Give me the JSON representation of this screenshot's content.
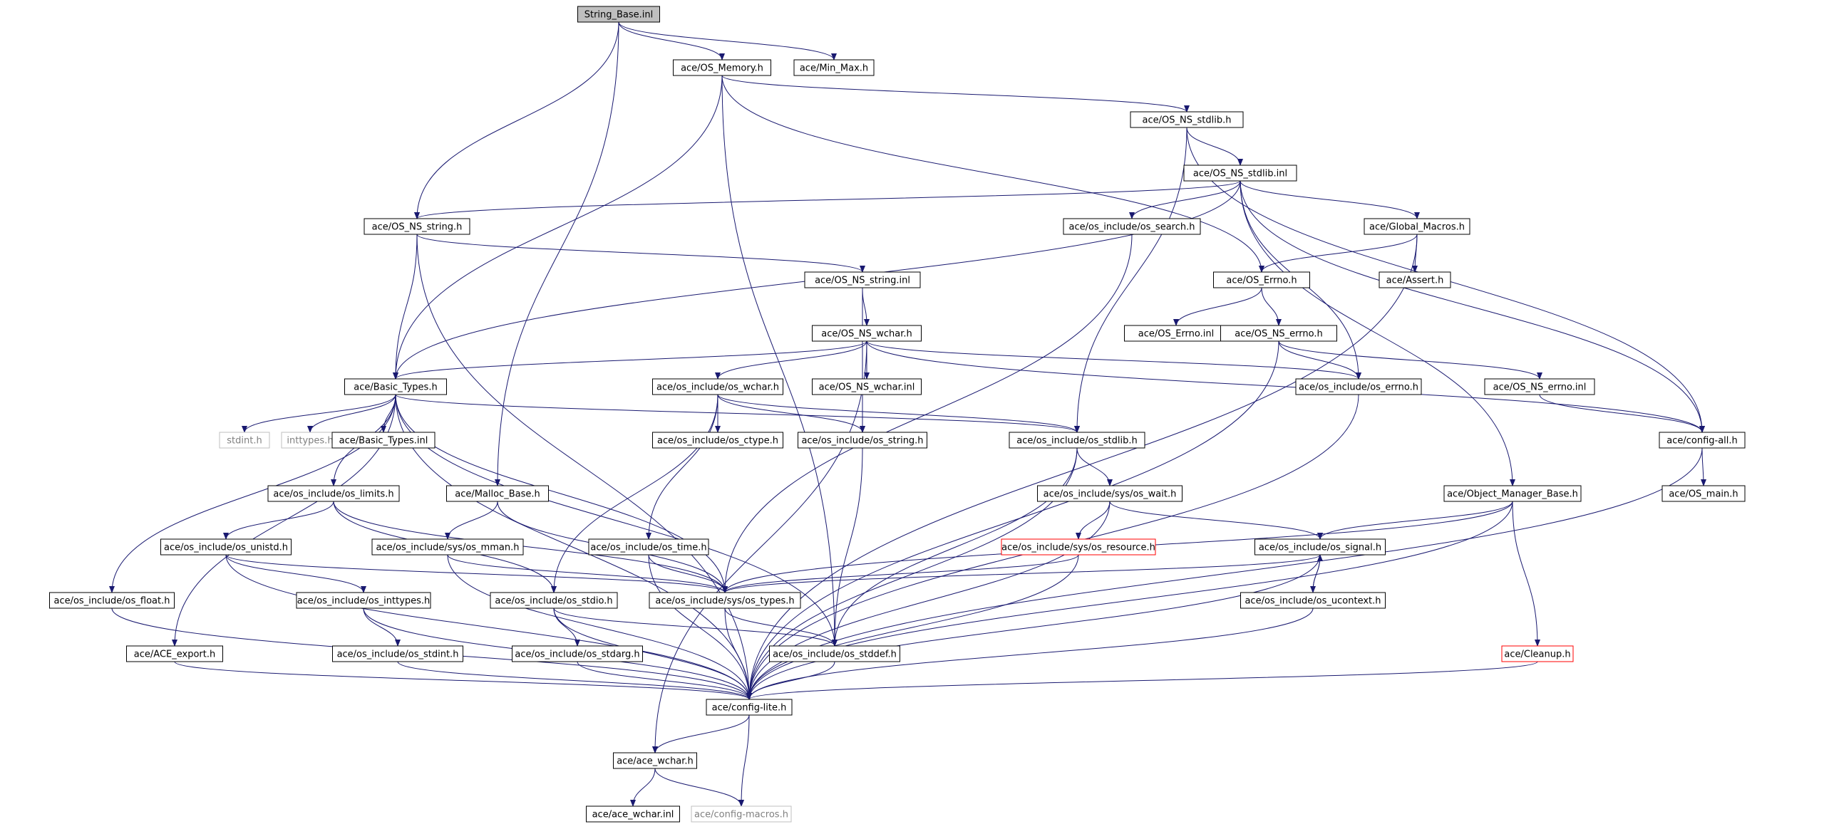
{
  "colors": {
    "edge": "#191970",
    "box_border": "#000000",
    "box_fill": "#ffffff",
    "root_fill": "#bfbfbf",
    "unresolved_border": "#ff0000",
    "external_border": "#bfbfbf",
    "external_text": "#808080"
  },
  "nodes": [
    {
      "id": "n1",
      "label": "String_Base.inl",
      "kind": "root"
    },
    {
      "id": "n2",
      "label": "ace/OS_Memory.h",
      "kind": "normal"
    },
    {
      "id": "n3",
      "label": "ace/Min_Max.h",
      "kind": "normal"
    },
    {
      "id": "n4",
      "label": "ace/OS_NS_stdlib.h",
      "kind": "normal"
    },
    {
      "id": "n5",
      "label": "ace/OS_NS_stdlib.inl",
      "kind": "normal"
    },
    {
      "id": "n6",
      "label": "ace/OS_NS_string.h",
      "kind": "normal"
    },
    {
      "id": "n7",
      "label": "ace/os_include/os_search.h",
      "kind": "normal"
    },
    {
      "id": "n8",
      "label": "ace/Global_Macros.h",
      "kind": "normal"
    },
    {
      "id": "n9",
      "label": "ace/OS_NS_string.inl",
      "kind": "normal"
    },
    {
      "id": "n10",
      "label": "ace/OS_Errno.h",
      "kind": "normal"
    },
    {
      "id": "n11",
      "label": "ace/Assert.h",
      "kind": "normal"
    },
    {
      "id": "n12",
      "label": "ace/OS_NS_wchar.h",
      "kind": "normal"
    },
    {
      "id": "n13",
      "label": "ace/OS_Errno.inl",
      "kind": "normal"
    },
    {
      "id": "n14",
      "label": "ace/OS_NS_errno.h",
      "kind": "normal"
    },
    {
      "id": "n15",
      "label": "ace/Basic_Types.h",
      "kind": "normal"
    },
    {
      "id": "n16",
      "label": "ace/os_include/os_wchar.h",
      "kind": "normal"
    },
    {
      "id": "n17",
      "label": "ace/OS_NS_wchar.inl",
      "kind": "normal"
    },
    {
      "id": "n18",
      "label": "ace/os_include/os_errno.h",
      "kind": "normal"
    },
    {
      "id": "n19",
      "label": "ace/OS_NS_errno.inl",
      "kind": "normal"
    },
    {
      "id": "n20",
      "label": "stdint.h",
      "kind": "external"
    },
    {
      "id": "n21",
      "label": "inttypes.h",
      "kind": "external"
    },
    {
      "id": "n22",
      "label": "ace/Basic_Types.inl",
      "kind": "normal"
    },
    {
      "id": "n23",
      "label": "ace/os_include/os_ctype.h",
      "kind": "normal"
    },
    {
      "id": "n24",
      "label": "ace/os_include/os_string.h",
      "kind": "normal"
    },
    {
      "id": "n25",
      "label": "ace/os_include/os_stdlib.h",
      "kind": "normal"
    },
    {
      "id": "n26",
      "label": "ace/config-all.h",
      "kind": "normal"
    },
    {
      "id": "n27",
      "label": "ace/os_include/os_limits.h",
      "kind": "normal"
    },
    {
      "id": "n28",
      "label": "ace/Malloc_Base.h",
      "kind": "normal"
    },
    {
      "id": "n29",
      "label": "ace/os_include/sys/os_wait.h",
      "kind": "normal"
    },
    {
      "id": "n30",
      "label": "ace/Object_Manager_Base.h",
      "kind": "normal"
    },
    {
      "id": "n31",
      "label": "ace/OS_main.h",
      "kind": "normal"
    },
    {
      "id": "n32",
      "label": "ace/os_include/os_unistd.h",
      "kind": "normal"
    },
    {
      "id": "n33",
      "label": "ace/os_include/sys/os_mman.h",
      "kind": "normal"
    },
    {
      "id": "n34",
      "label": "ace/os_include/os_time.h",
      "kind": "normal"
    },
    {
      "id": "n35",
      "label": "ace/os_include/sys/os_resource.h",
      "kind": "unresolved"
    },
    {
      "id": "n36",
      "label": "ace/os_include/os_signal.h",
      "kind": "normal"
    },
    {
      "id": "n37",
      "label": "ace/os_include/os_float.h",
      "kind": "normal"
    },
    {
      "id": "n38",
      "label": "ace/os_include/os_inttypes.h",
      "kind": "normal"
    },
    {
      "id": "n39",
      "label": "ace/os_include/os_stdio.h",
      "kind": "normal"
    },
    {
      "id": "n40",
      "label": "ace/os_include/sys/os_types.h",
      "kind": "normal"
    },
    {
      "id": "n41",
      "label": "ace/os_include/os_ucontext.h",
      "kind": "normal"
    },
    {
      "id": "n42",
      "label": "ace/ACE_export.h",
      "kind": "normal"
    },
    {
      "id": "n43",
      "label": "ace/os_include/os_stdint.h",
      "kind": "normal"
    },
    {
      "id": "n44",
      "label": "ace/os_include/os_stdarg.h",
      "kind": "normal"
    },
    {
      "id": "n45",
      "label": "ace/os_include/os_stddef.h",
      "kind": "normal"
    },
    {
      "id": "n46",
      "label": "ace/Cleanup.h",
      "kind": "unresolved"
    },
    {
      "id": "n47",
      "label": "ace/config-lite.h",
      "kind": "normal"
    },
    {
      "id": "n48",
      "label": "ace/ace_wchar.h",
      "kind": "normal"
    },
    {
      "id": "n49",
      "label": "ace/ace_wchar.inl",
      "kind": "normal"
    },
    {
      "id": "n50",
      "label": "ace/config-macros.h",
      "kind": "external"
    }
  ],
  "edges": [
    [
      "n1",
      "n2"
    ],
    [
      "n1",
      "n3"
    ],
    [
      "n1",
      "n6"
    ],
    [
      "n1",
      "n28"
    ],
    [
      "n2",
      "n4"
    ],
    [
      "n2",
      "n15"
    ],
    [
      "n2",
      "n10"
    ],
    [
      "n2",
      "n45"
    ],
    [
      "n4",
      "n5"
    ],
    [
      "n4",
      "n26"
    ],
    [
      "n4",
      "n25"
    ],
    [
      "n5",
      "n6"
    ],
    [
      "n5",
      "n7"
    ],
    [
      "n5",
      "n8"
    ],
    [
      "n5",
      "n15"
    ],
    [
      "n5",
      "n18"
    ],
    [
      "n5",
      "n30"
    ],
    [
      "n5",
      "n26"
    ],
    [
      "n6",
      "n9"
    ],
    [
      "n6",
      "n15"
    ],
    [
      "n6",
      "n47"
    ],
    [
      "n7",
      "n40"
    ],
    [
      "n8",
      "n10"
    ],
    [
      "n8",
      "n11"
    ],
    [
      "n8",
      "n47"
    ],
    [
      "n9",
      "n12"
    ],
    [
      "n9",
      "n24"
    ],
    [
      "n10",
      "n13"
    ],
    [
      "n10",
      "n14"
    ],
    [
      "n12",
      "n15"
    ],
    [
      "n12",
      "n16"
    ],
    [
      "n12",
      "n17"
    ],
    [
      "n12",
      "n18"
    ],
    [
      "n12",
      "n26"
    ],
    [
      "n12",
      "n48"
    ],
    [
      "n14",
      "n18"
    ],
    [
      "n14",
      "n19"
    ],
    [
      "n14",
      "n47"
    ],
    [
      "n15",
      "n20"
    ],
    [
      "n15",
      "n21"
    ],
    [
      "n15",
      "n22"
    ],
    [
      "n15",
      "n25"
    ],
    [
      "n15",
      "n27"
    ],
    [
      "n15",
      "n37"
    ],
    [
      "n15",
      "n42"
    ],
    [
      "n15",
      "n40"
    ],
    [
      "n15",
      "n45"
    ],
    [
      "n15",
      "n47"
    ],
    [
      "n16",
      "n23"
    ],
    [
      "n16",
      "n24"
    ],
    [
      "n16",
      "n25"
    ],
    [
      "n16",
      "n34"
    ],
    [
      "n16",
      "n39"
    ],
    [
      "n18",
      "n47"
    ],
    [
      "n19",
      "n26"
    ],
    [
      "n24",
      "n45"
    ],
    [
      "n25",
      "n29"
    ],
    [
      "n25",
      "n45"
    ],
    [
      "n25",
      "n47"
    ],
    [
      "n26",
      "n31"
    ],
    [
      "n26",
      "n47"
    ],
    [
      "n27",
      "n32"
    ],
    [
      "n27",
      "n40"
    ],
    [
      "n27",
      "n39"
    ],
    [
      "n28",
      "n33"
    ],
    [
      "n28",
      "n40"
    ],
    [
      "n29",
      "n35"
    ],
    [
      "n29",
      "n36"
    ],
    [
      "n29",
      "n47"
    ],
    [
      "n30",
      "n36"
    ],
    [
      "n30",
      "n40"
    ],
    [
      "n30",
      "n46"
    ],
    [
      "n30",
      "n47"
    ],
    [
      "n32",
      "n38"
    ],
    [
      "n32",
      "n40"
    ],
    [
      "n32",
      "n47"
    ],
    [
      "n33",
      "n40"
    ],
    [
      "n33",
      "n47"
    ],
    [
      "n34",
      "n40"
    ],
    [
      "n34",
      "n47"
    ],
    [
      "n35",
      "n40"
    ],
    [
      "n35",
      "n47"
    ],
    [
      "n36",
      "n41"
    ],
    [
      "n36",
      "n40"
    ],
    [
      "n36",
      "n47"
    ],
    [
      "n37",
      "n47"
    ],
    [
      "n38",
      "n43"
    ],
    [
      "n38",
      "n47"
    ],
    [
      "n39",
      "n44"
    ],
    [
      "n39",
      "n45"
    ],
    [
      "n39",
      "n47"
    ],
    [
      "n40",
      "n45"
    ],
    [
      "n40",
      "n47"
    ],
    [
      "n41",
      "n36"
    ],
    [
      "n41",
      "n47"
    ],
    [
      "n42",
      "n47"
    ],
    [
      "n43",
      "n47"
    ],
    [
      "n44",
      "n47"
    ],
    [
      "n45",
      "n47"
    ],
    [
      "n46",
      "n47"
    ],
    [
      "n47",
      "n48"
    ],
    [
      "n47",
      "n50"
    ],
    [
      "n48",
      "n49"
    ],
    [
      "n48",
      "n50"
    ]
  ]
}
